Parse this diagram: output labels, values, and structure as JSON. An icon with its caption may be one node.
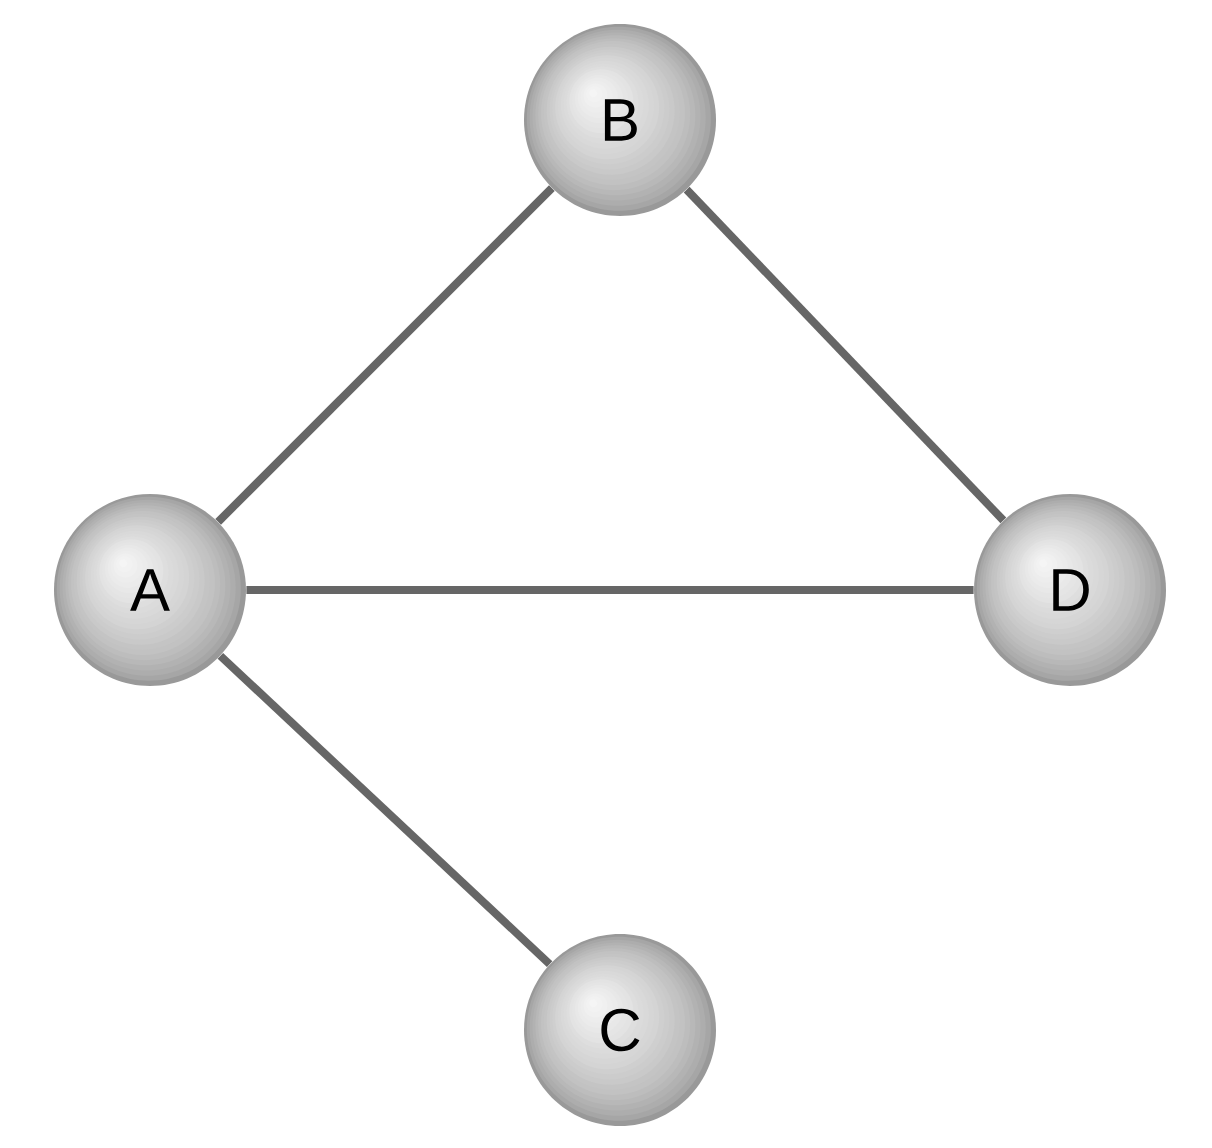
{
  "diagram": {
    "nodes": [
      {
        "text": [
          "B"
        ]
      },
      {
        "text": [
          "A"
        ]
      },
      {
        "text": [
          "D"
        ]
      },
      {
        "text": [
          "C"
        ]
      }
    ],
    "edges": [
      {
        "from": 1,
        "to": 0,
        "arrow": "none"
      },
      {
        "from": 0,
        "to": 2,
        "arrow": "none"
      },
      {
        "from": 1,
        "to": 2,
        "arrow": "none"
      },
      {
        "from": 1,
        "to": 3,
        "arrow": "none"
      }
    ]
  }
}
